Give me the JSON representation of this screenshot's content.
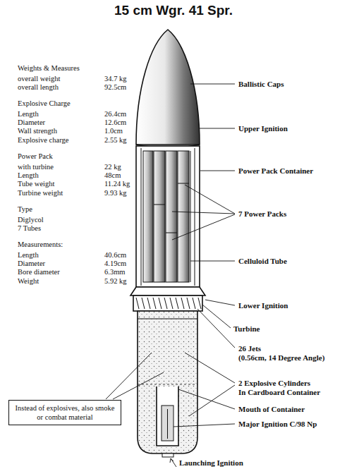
{
  "diagram": {
    "title": "15 cm Wgr. 41 Spr.",
    "nodes": [
      {
        "text": [
          "Instead of explosives, also smoke or combat material"
        ]
      }
    ],
    "labels": [
      "Weights & Measures",
      "overall weight",
      "34.7 kg",
      "overall length",
      "92.5cm",
      "Explosive Charge",
      "Length",
      "26.4cm",
      "Diameter",
      "12.6cm",
      "Wall strength",
      "1.0cm",
      "Explosive charge",
      "2.55 kg",
      "Power Pack",
      "with turbine",
      "22 kg",
      "Length",
      "48cm",
      "Tube weight",
      "11.24 kg",
      "Turbine weight",
      "9.93 kg",
      "Type",
      "Diglycol",
      "7 Tubes",
      "Measurements:",
      "Length",
      "40.6cm",
      "Diameter",
      "4.19cm",
      "Bore diameter",
      "6.3mm",
      "Weight",
      "5.92 kg",
      "Ballistic Caps",
      "Upper Ignition",
      "Power Pack Container",
      "7 Power Packs",
      "Celluloid Tube",
      "Lower Ignition",
      "Turbine",
      "26 Jets",
      "(0.56cm, 14 Degree Angle)",
      "2 Explosive Cylinders",
      "In Cardboard Container",
      "Mouth of Container",
      "Major Ignition C/98 Np",
      "Launching Ignition"
    ]
  }
}
